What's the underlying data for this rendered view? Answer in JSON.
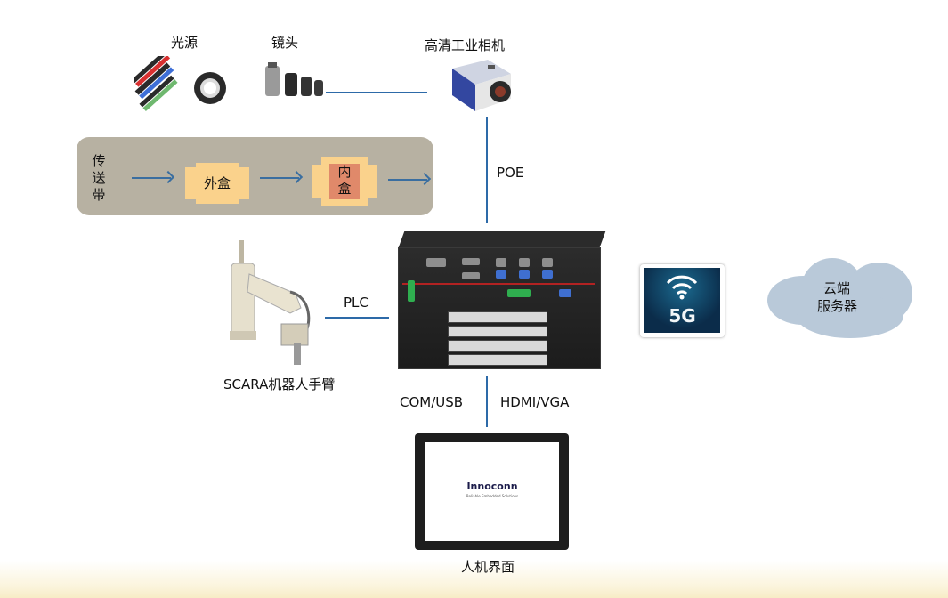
{
  "labels": {
    "light_source": "光源",
    "lens": "镜头",
    "camera": "高清工业相机",
    "poe": "POE",
    "conveyor": [
      "传",
      "送",
      "带"
    ],
    "outer_box": "外盒",
    "inner_box": [
      "内",
      "盒"
    ],
    "plc": "PLC",
    "scara": "SCARA机器人手臂",
    "cloud": [
      "云端",
      "服务器"
    ],
    "com_usb": "COM/USB",
    "hdmi_vga": "HDMI/VGA",
    "hmi": "人机界面"
  },
  "hmi_screen": {
    "brand": "Innoconn",
    "tagline": "Reliable Embedded Solutions"
  },
  "badge_5g": "5G",
  "colors": {
    "connector_line": "#2d6aa8",
    "conveyor_bg": "#b7b1a2",
    "box_fill": "#fad28c",
    "inner_core": "#e0896a",
    "cloud": "#b9c9d9"
  }
}
